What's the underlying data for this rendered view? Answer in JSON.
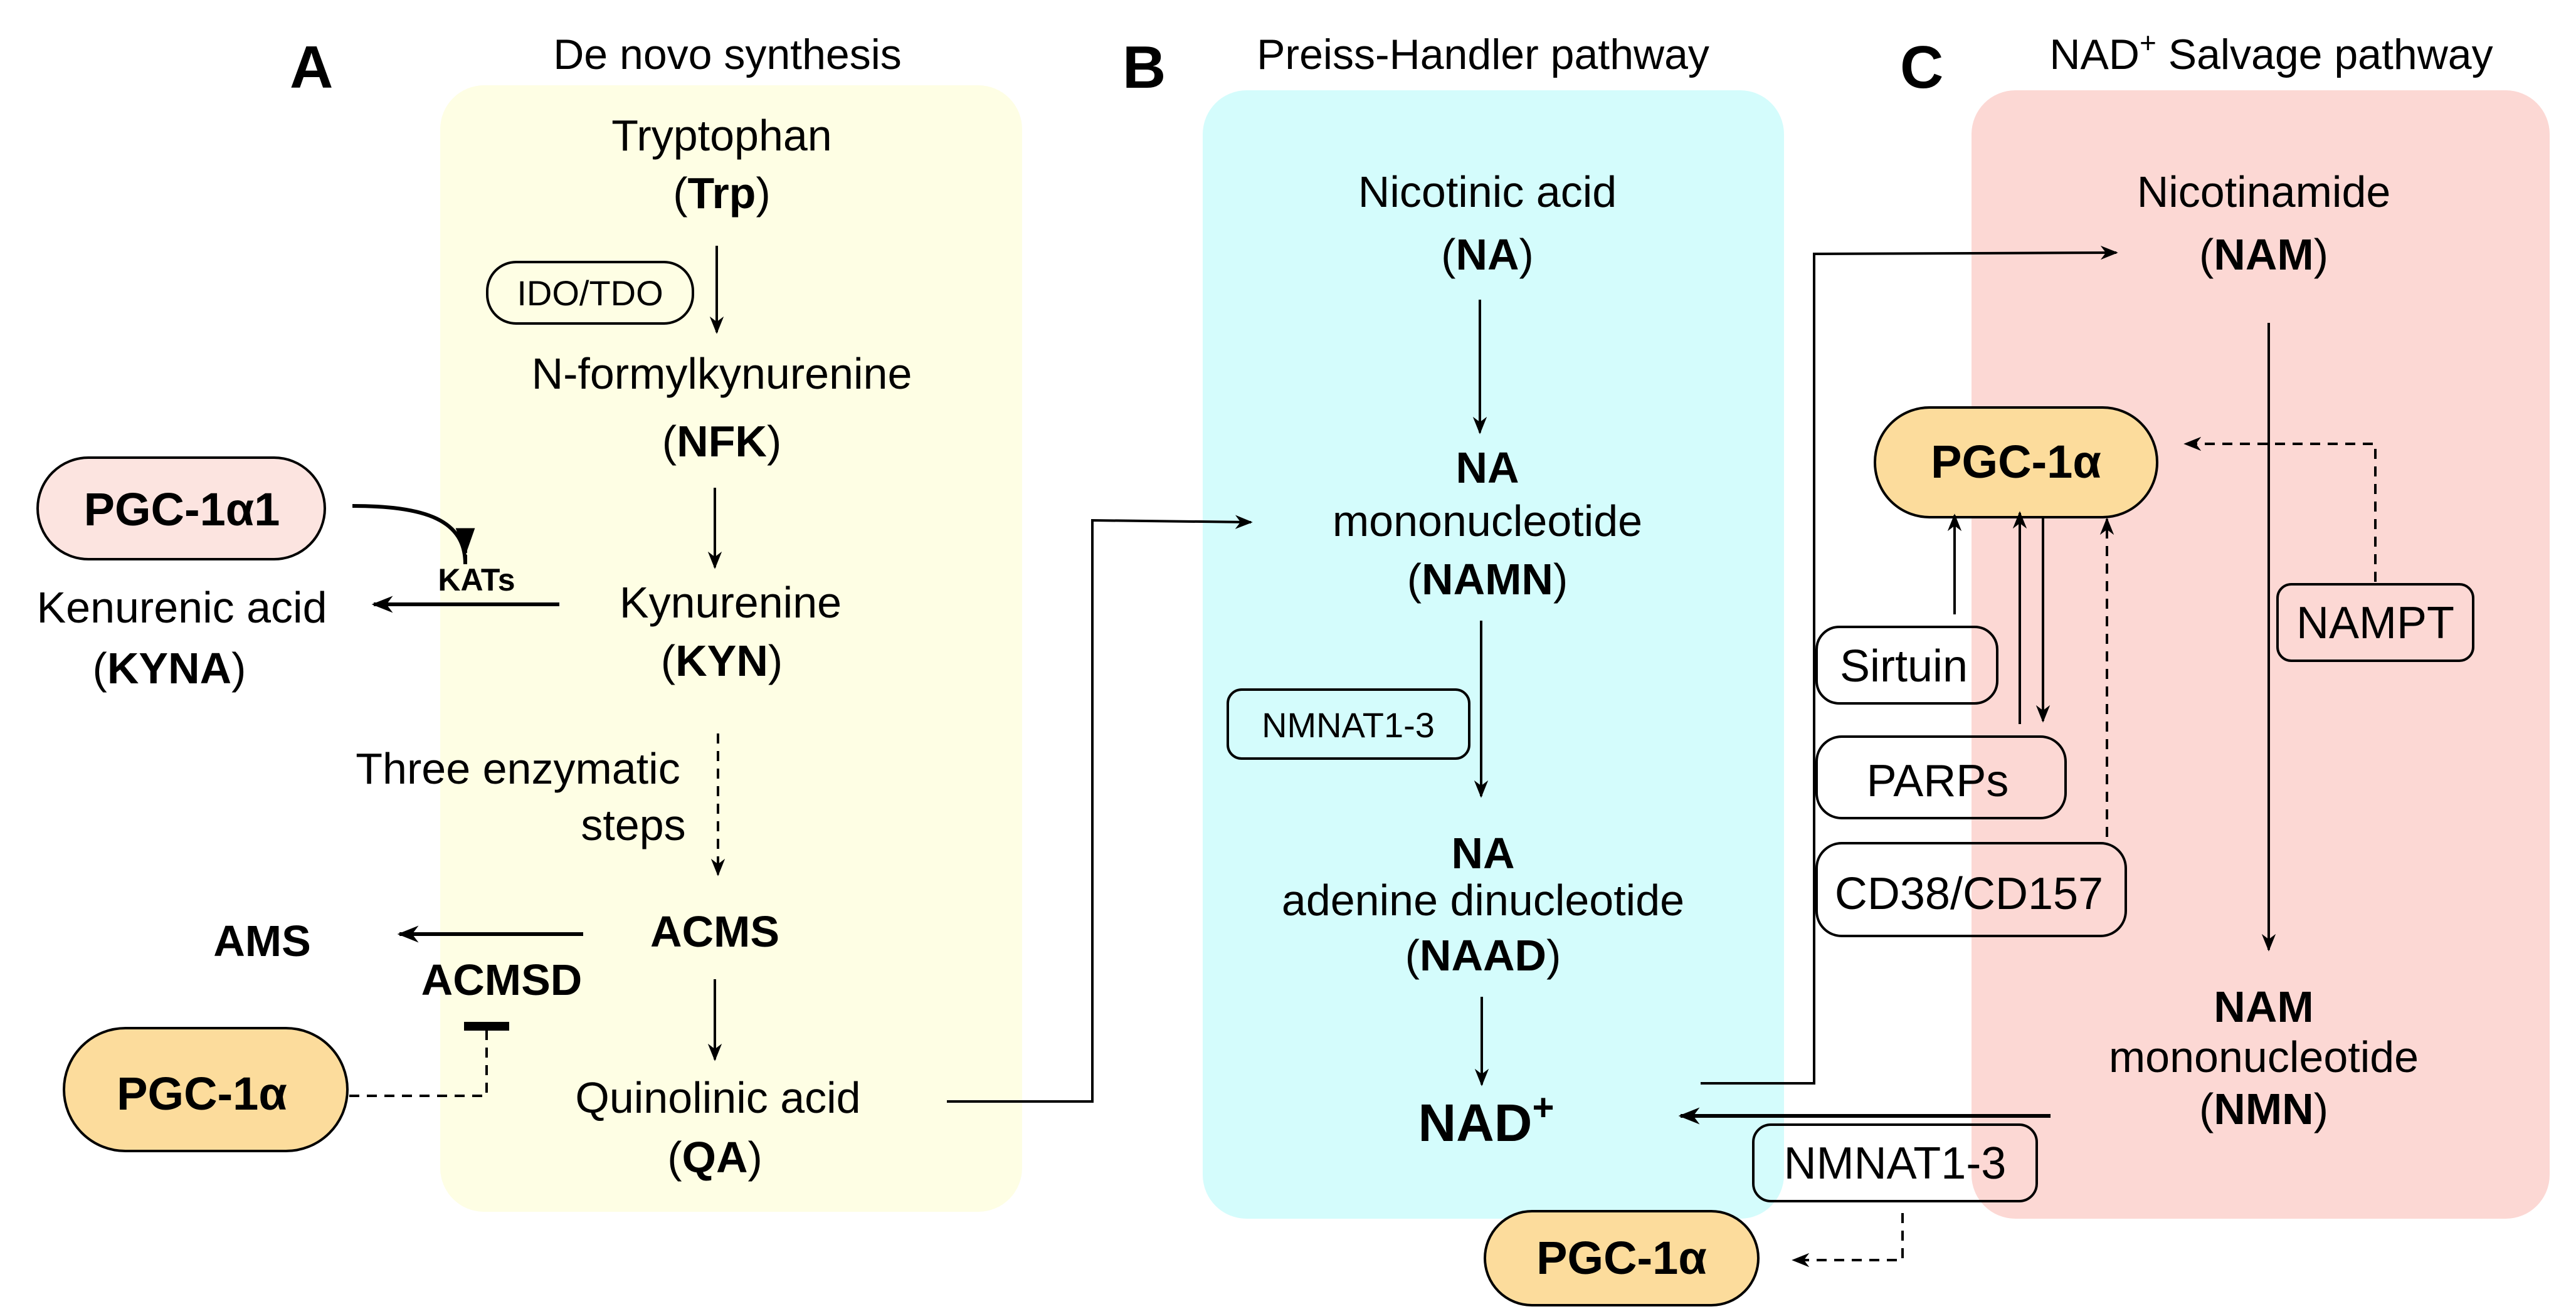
{
  "colors": {
    "de_novo_bg": "#FEFEE4",
    "preiss_handler_bg": "#D4FCFC",
    "salvage_bg": "#FCD8D4",
    "pgc1a_badge": "#FCDC9C",
    "pgc1a1_badge": "#FCE4E0",
    "line": "#000000"
  },
  "panels": {
    "A": {
      "letter": "A",
      "title": "De novo synthesis",
      "nodes": {
        "trp_name": "Tryptophan",
        "trp_abbr": "Trp",
        "nfk_name": "N-formylkynurenine",
        "nfk_abbr": "NFK",
        "kyn_name": "Kynurenine",
        "kyn_abbr": "KYN",
        "kyna_name": "Kenurenic acid",
        "kyna_abbr": "KYNA",
        "steps_line1": "Three enzymatic",
        "steps_line2": "steps",
        "acms": "ACMS",
        "ams": "AMS",
        "qa_name": "Quinolinic acid",
        "qa_abbr": "QA"
      },
      "enzymes": {
        "ido_tdo": "IDO/TDO",
        "kats": "KATs",
        "acmsd": "ACMSD"
      },
      "regulators": {
        "pgc1a1": "PGC-1α1",
        "pgc1a": "PGC-1α"
      }
    },
    "B": {
      "letter": "B",
      "title": "Preiss-Handler pathway",
      "nodes": {
        "na_name": "Nicotinic acid",
        "na_abbr": "NA",
        "namn_line1": "NA",
        "namn_line2": "mononucleotide",
        "namn_abbr": "NAMN",
        "naad_line1": "NA",
        "naad_line2": "adenine dinucleotide",
        "naad_abbr": "NAAD",
        "nad": "NAD",
        "nad_sup": "+"
      },
      "enzymes": {
        "nmnat": "NMNAT1-3"
      },
      "regulators": {
        "pgc1a": "PGC-1α"
      }
    },
    "C": {
      "letter": "C",
      "title_prefix": "NAD",
      "title_sup": "+",
      "title_suffix": " Salvage pathway",
      "nodes": {
        "nam_name": "Nicotinamide",
        "nam_abbr": "NAM",
        "nmn_line1": "NAM",
        "nmn_line2": "mononucleotide",
        "nmn_abbr": "NMN"
      },
      "enzymes": {
        "nampt": "NAMPT",
        "sirtuin": "Sirtuin",
        "parps": "PARPs",
        "cd38": "CD38/CD157",
        "nmnat": "NMNAT1-3"
      },
      "regulators": {
        "pgc1a": "PGC-1α"
      }
    }
  }
}
